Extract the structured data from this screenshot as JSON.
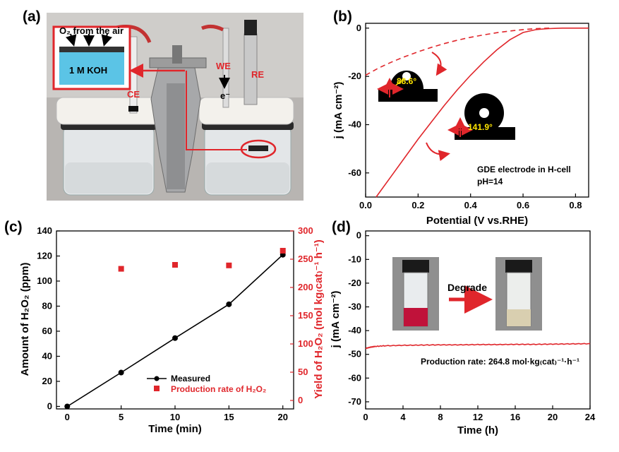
{
  "panels": {
    "a": "(a)",
    "b": "(b)",
    "c": "(c)",
    "d": "(d)"
  },
  "photo": {
    "o2_label": "O₂ from the air",
    "electrolyte_label": "1 M KOH",
    "we": "WE",
    "re": "RE",
    "ce": "CE",
    "electron": "e⁻"
  },
  "colors": {
    "red": "#e0262b",
    "black": "#000000"
  },
  "chart_data": [
    {
      "panel": "b",
      "type": "line",
      "xlabel": "Potential (V vs.RHE)",
      "ylabel": "j (mA cm⁻²)",
      "xlim": [
        0.0,
        0.85
      ],
      "ylim": [
        -70,
        2
      ],
      "xticks": [
        0.0,
        0.2,
        0.4,
        0.6,
        0.8
      ],
      "yticks": [
        0,
        -20,
        -40,
        -60
      ],
      "series": [
        {
          "style": "solid",
          "x": [
            0.04,
            0.1,
            0.15,
            0.2,
            0.25,
            0.3,
            0.35,
            0.4,
            0.45,
            0.5,
            0.55,
            0.6,
            0.65,
            0.68,
            0.7,
            0.72,
            0.75,
            0.8,
            0.85
          ],
          "y": [
            -70,
            -61,
            -53.5,
            -46,
            -39,
            -32,
            -25.5,
            -19.5,
            -14,
            -9,
            -4.8,
            -1.8,
            -0.6,
            -0.3,
            -0.2,
            -0.1,
            0,
            0,
            0
          ]
        },
        {
          "style": "dashed",
          "x": [
            0.0,
            0.05,
            0.1,
            0.15,
            0.2,
            0.25,
            0.3,
            0.35,
            0.4,
            0.45,
            0.5,
            0.55,
            0.6,
            0.65,
            0.7
          ],
          "y": [
            -19.5,
            -16.5,
            -14,
            -11.8,
            -9.8,
            -8,
            -6.4,
            -5,
            -3.8,
            -2.8,
            -1.9,
            -1.2,
            -0.6,
            -0.2,
            0
          ]
        }
      ],
      "insets": [
        {
          "contact_angle": "88.6°"
        },
        {
          "contact_angle": "141.9°"
        }
      ],
      "annotations": [
        "GDE electrode in H-cell",
        "pH=14"
      ]
    },
    {
      "panel": "c",
      "type": "scatter",
      "xlabel": "Time (min)",
      "ylabel": "Amount of H₂O₂ (ppm)",
      "ylabel_right": "Yield of H₂O₂ (mol kg₍cat₎⁻¹ h⁻¹)",
      "xlim": [
        -1,
        21
      ],
      "ylim": [
        -2,
        140
      ],
      "ylim_right": [
        -15,
        300
      ],
      "xticks": [
        0,
        5,
        10,
        15,
        20
      ],
      "yticks": [
        0,
        20,
        40,
        60,
        80,
        100,
        120,
        140
      ],
      "yticks_right": [
        0,
        50,
        100,
        150,
        200,
        250,
        300
      ],
      "series": [
        {
          "name": "Measured",
          "axis": "left",
          "x": [
            0,
            5,
            10,
            15,
            20
          ],
          "y": [
            0,
            27,
            54.5,
            81.5,
            121
          ]
        },
        {
          "name": "Production rate of H₂O₂",
          "axis": "right",
          "x": [
            5,
            10,
            15,
            20
          ],
          "y": [
            233,
            240,
            239,
            265
          ]
        }
      ],
      "legend": "bottom-right"
    },
    {
      "panel": "d",
      "type": "line",
      "xlabel": "Time (h)",
      "ylabel": "j (mA cm⁻²)",
      "xlim": [
        0,
        24
      ],
      "ylim": [
        -73,
        2
      ],
      "xticks": [
        0,
        4,
        8,
        12,
        16,
        20,
        24
      ],
      "yticks": [
        0,
        -10,
        -20,
        -30,
        -40,
        -50,
        -60,
        -70
      ],
      "series": [
        {
          "x": [
            0,
            0.5,
            1,
            2,
            4,
            6,
            8,
            10,
            12,
            14,
            16,
            18,
            20,
            22,
            24
          ],
          "y": [
            -47.5,
            -47,
            -46.7,
            -46.4,
            -46.2,
            -46.1,
            -46.0,
            -46.0,
            -45.9,
            -45.9,
            -45.8,
            -45.8,
            -45.7,
            -45.6,
            -45.5
          ]
        }
      ],
      "inset_label": "Degrade",
      "annotation": "Production rate: 264.8 mol·kg₍cat₎⁻¹·h⁻¹"
    }
  ]
}
